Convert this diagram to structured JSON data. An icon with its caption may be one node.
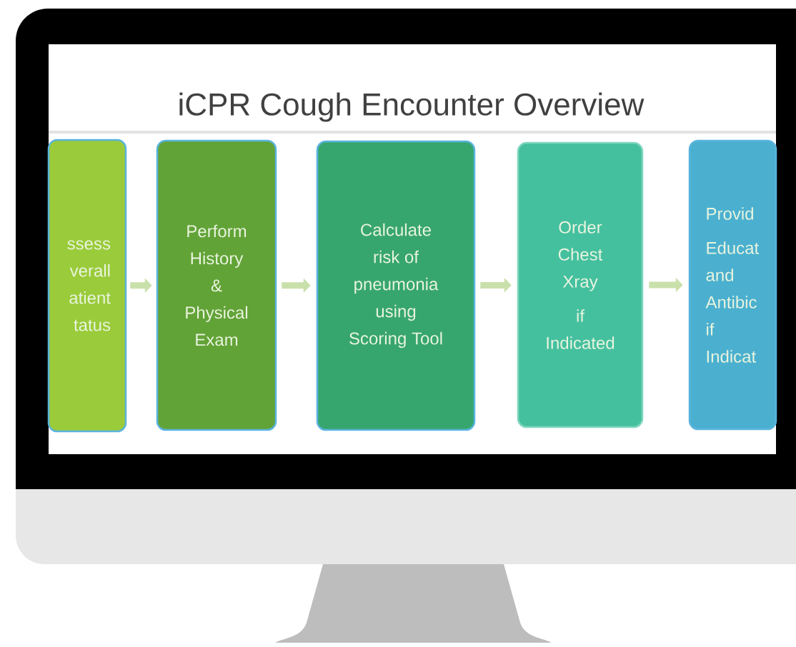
{
  "diagram": {
    "title": "iCPR Cough Encounter Overview",
    "nodes": [
      {
        "text": [
          "ssess verall atient tatus"
        ]
      },
      {
        "text": [
          "Perform History & Physical Exam"
        ]
      },
      {
        "text": [
          "Calculate risk of pneumonia using Scoring Tool"
        ]
      },
      {
        "text": [
          "Order Chest Xray",
          "if Indicated"
        ]
      },
      {
        "text": [
          "Provid",
          "Educat and Antibic if Indicat"
        ]
      }
    ],
    "edges": [
      {
        "from": 0,
        "to": 1,
        "arrow": "to"
      },
      {
        "from": 1,
        "to": 2,
        "arrow": "to"
      },
      {
        "from": 2,
        "to": 3,
        "arrow": "to"
      },
      {
        "from": 3,
        "to": 4,
        "arrow": "to"
      }
    ]
  }
}
